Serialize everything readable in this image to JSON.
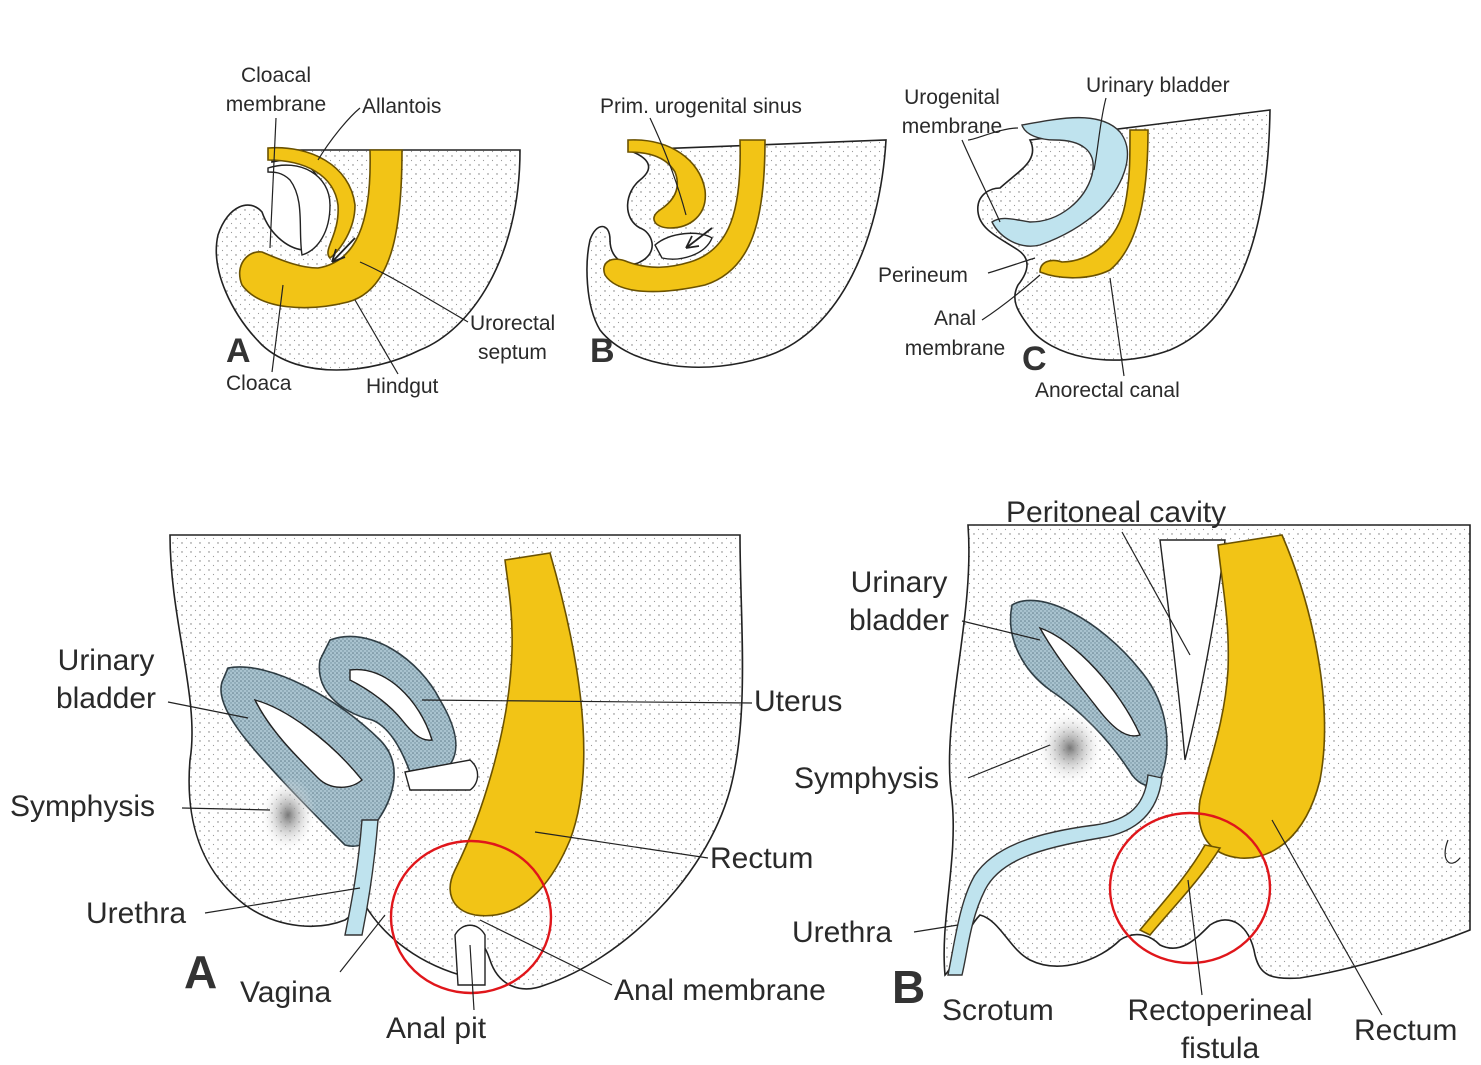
{
  "top_row": {
    "panel_a": {
      "letter": "A",
      "labels": {
        "cloacal_membrane_1": "Cloacal",
        "cloacal_membrane_2": "membrane",
        "allantois": "Allantois",
        "urorectal_septum_1": "Urorectal",
        "urorectal_septum_2": "septum",
        "cloaca": "Cloaca",
        "hindgut": "Hindgut"
      }
    },
    "panel_b": {
      "letter": "B",
      "labels": {
        "prim_urogenital_sinus": "Prim. urogenital sinus"
      }
    },
    "panel_c": {
      "letter": "C",
      "labels": {
        "urogenital_membrane_1": "Urogenital",
        "urogenital_membrane_2": "membrane",
        "urinary_bladder": "Urinary bladder",
        "perineum": "Perineum",
        "anal_membrane_1": "Anal",
        "anal_membrane_2": "membrane",
        "anorectal_canal": "Anorectal canal"
      }
    }
  },
  "bottom_row": {
    "panel_a": {
      "letter": "A",
      "labels": {
        "urinary_bladder_1": "Urinary",
        "urinary_bladder_2": "bladder",
        "uterus": "Uterus",
        "symphysis": "Symphysis",
        "rectum": "Rectum",
        "urethra": "Urethra",
        "vagina": "Vagina",
        "anal_membrane": "Anal membrane",
        "anal_pit": "Anal pit"
      }
    },
    "panel_b": {
      "letter": "B",
      "labels": {
        "peritoneal_cavity": "Peritoneal cavity",
        "urinary_bladder_1": "Urinary",
        "urinary_bladder_2": "bladder",
        "symphysis": "Symphysis",
        "urethra": "Urethra",
        "scrotum": "Scrotum",
        "rectoperineal_fistula_1": "Rectoperineal",
        "rectoperineal_fistula_2": "fistula",
        "rectum": "Rectum"
      }
    }
  },
  "colors": {
    "hindgut_yellow": "#f2c416",
    "bladder_blue": "#bfe3ee",
    "highlight_red": "#e0161b"
  }
}
